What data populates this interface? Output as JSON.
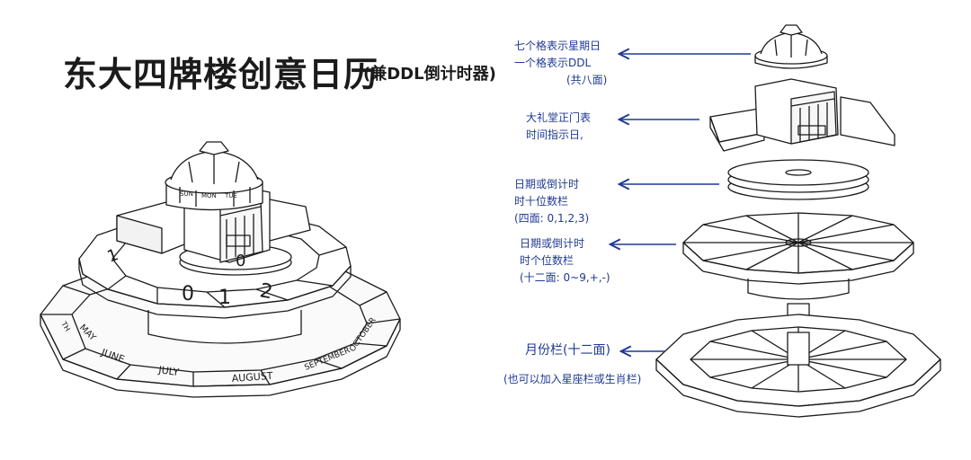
{
  "title": "东大四牌楼创意日历",
  "subtitle": "(兼DDL倒计时器)",
  "annotations": {
    "dome": [
      "七个格表示星期日",
      "一个格表示DDL",
      "(共八面)"
    ],
    "hall": [
      "大礼堂正门表",
      "时间指示日,"
    ],
    "tens": [
      "日期或倒计时",
      "时十位数栏",
      "(四面: 0,1,2,3)"
    ],
    "ones": [
      "日期或倒计时",
      "时个位数栏",
      "(十二面: 0~9,+,-)"
    ],
    "month": [
      "月份栏(十二面)"
    ],
    "month_note": [
      "(也可以加入星座栏或生肖栏)"
    ]
  },
  "weekday_labels": [
    "SUN",
    "MON",
    "TUE"
  ],
  "digits_ring": [
    "1",
    "0",
    "1",
    "2",
    "0"
  ],
  "month_labels": [
    "TH",
    "MAY",
    "JUNE",
    "JULY",
    "AUGUST",
    "SEPTEMBER",
    "OCTOBER"
  ],
  "colors": {
    "ink": "#1b1b1b",
    "annotation": "#1f3a93",
    "paper": "#ffffff"
  }
}
